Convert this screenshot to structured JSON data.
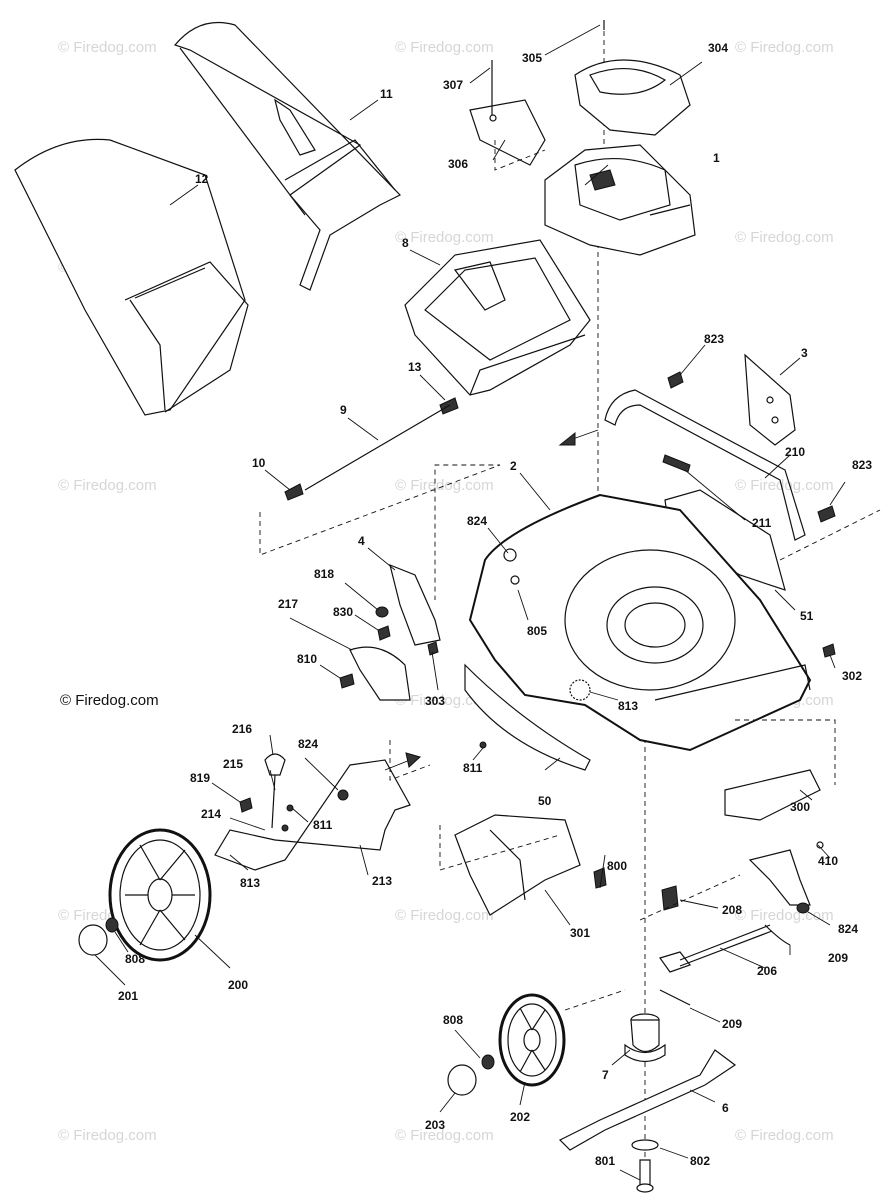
{
  "copyright": "© Firedog.com",
  "watermark": "© Firedog.com",
  "callouts": {
    "c1": "1",
    "c2": "2",
    "c3": "3",
    "c4": "4",
    "c6": "6",
    "c7": "7",
    "c8": "8",
    "c9": "9",
    "c10": "10",
    "c11": "11",
    "c12": "12",
    "c13": "13",
    "c50": "50",
    "c51": "51",
    "c200": "200",
    "c201": "201",
    "c202": "202",
    "c203": "203",
    "c206": "206",
    "c208": "208",
    "c209a": "209",
    "c209b": "209",
    "c210": "210",
    "c211": "211",
    "c213": "213",
    "c214": "214",
    "c215": "215",
    "c216": "216",
    "c217": "217",
    "c300": "300",
    "c301": "301",
    "c302": "302",
    "c303": "303",
    "c304": "304",
    "c305": "305",
    "c306": "306",
    "c307": "307",
    "c410": "410",
    "c800": "800",
    "c801": "801",
    "c802": "802",
    "c805": "805",
    "c808a": "808",
    "c808b": "808",
    "c810": "810",
    "c811a": "811",
    "c811b": "811",
    "c813a": "813",
    "c813b": "813",
    "c818": "818",
    "c819": "819",
    "c823a": "823",
    "c823b": "823",
    "c824a": "824",
    "c824b": "824",
    "c824c": "824",
    "c830": "830"
  }
}
